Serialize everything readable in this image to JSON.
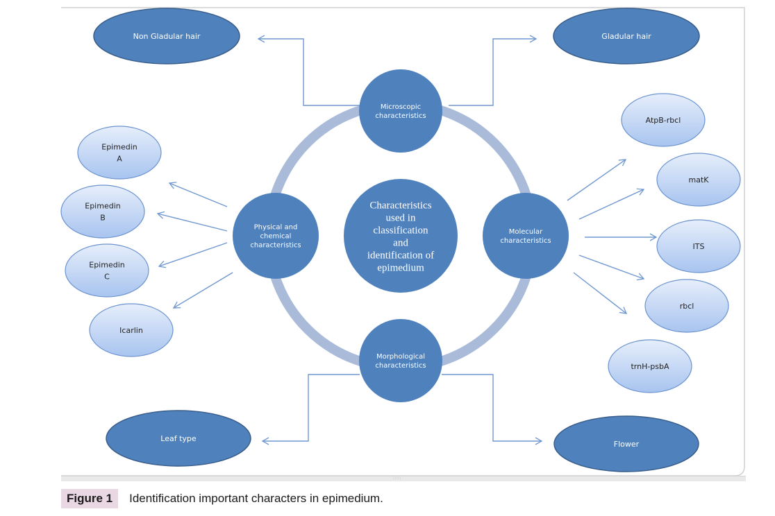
{
  "diagram": {
    "center": {
      "lines": [
        "Characteristics",
        "used in",
        "classification",
        "and",
        "identification  of",
        "epimedium"
      ]
    },
    "categories": [
      {
        "id": "microscopic",
        "lines": [
          "Microscopic",
          "characteristics"
        ]
      },
      {
        "id": "molecular",
        "lines": [
          "Molecular",
          "characteristics"
        ]
      },
      {
        "id": "physical",
        "lines": [
          "Physical and",
          "chemical",
          "characteristics"
        ]
      },
      {
        "id": "morphological",
        "lines": [
          "Morphological",
          "characteristics"
        ]
      }
    ],
    "microscopic_children": [
      {
        "id": "non-gladular-hair",
        "lines": [
          "Non Gladular hair"
        ]
      },
      {
        "id": "gladular-hair",
        "lines": [
          "Gladular hair"
        ]
      }
    ],
    "morphological_children": [
      {
        "id": "leaf-type",
        "lines": [
          "Leaf type"
        ]
      },
      {
        "id": "flower",
        "lines": [
          "Flower"
        ]
      }
    ],
    "physical_children": [
      {
        "id": "epimedin-a",
        "lines": [
          "Epimedin",
          "A"
        ]
      },
      {
        "id": "epimedin-b",
        "lines": [
          "Epimedin",
          "B"
        ]
      },
      {
        "id": "epimedin-c",
        "lines": [
          "Epimedin",
          "C"
        ]
      },
      {
        "id": "icarlin",
        "lines": [
          "Icarlin"
        ]
      }
    ],
    "molecular_children": [
      {
        "id": "atpb-rbcl",
        "lines": [
          "AtpB-rbcl"
        ]
      },
      {
        "id": "matk",
        "lines": [
          "matK"
        ]
      },
      {
        "id": "its",
        "lines": [
          "ITS"
        ]
      },
      {
        "id": "rbcl",
        "lines": [
          "rbcl"
        ]
      },
      {
        "id": "trnh-psba",
        "lines": [
          "trnH-psbA"
        ]
      }
    ],
    "colors": {
      "dark_node": "#4f81bd",
      "dark_node_stroke": "#385d8a",
      "light_node_top": "#e6eefb",
      "light_node_bottom": "#a8c4ef",
      "light_node_stroke": "#6b93cf",
      "ring": "#a9bbd9",
      "connector": "#6f97d0",
      "node_text_dark": "#ffffff",
      "node_text_light": "#1f1f1f"
    }
  },
  "caption": {
    "label": "Figure 1",
    "text": "Identification important characters in epimedium."
  },
  "frame": {
    "grip": "::::"
  }
}
